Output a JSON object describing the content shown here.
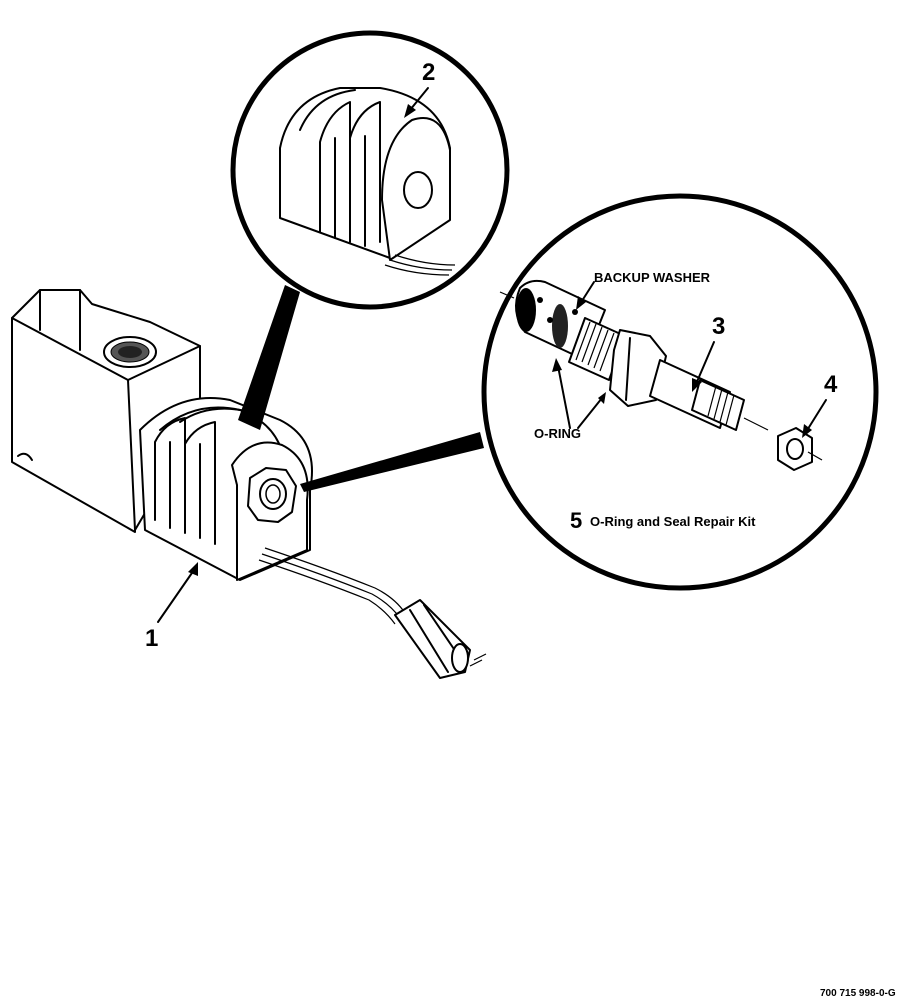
{
  "callouts": {
    "item1": "1",
    "item2": "2",
    "item3": "3",
    "item4": "4"
  },
  "labels": {
    "backup_washer": "BACKUP WASHER",
    "o_ring": "O-RING"
  },
  "kit": {
    "number": "5",
    "text": "O-Ring and Seal Repair Kit"
  },
  "figure_id": "700 715 998-0-G"
}
